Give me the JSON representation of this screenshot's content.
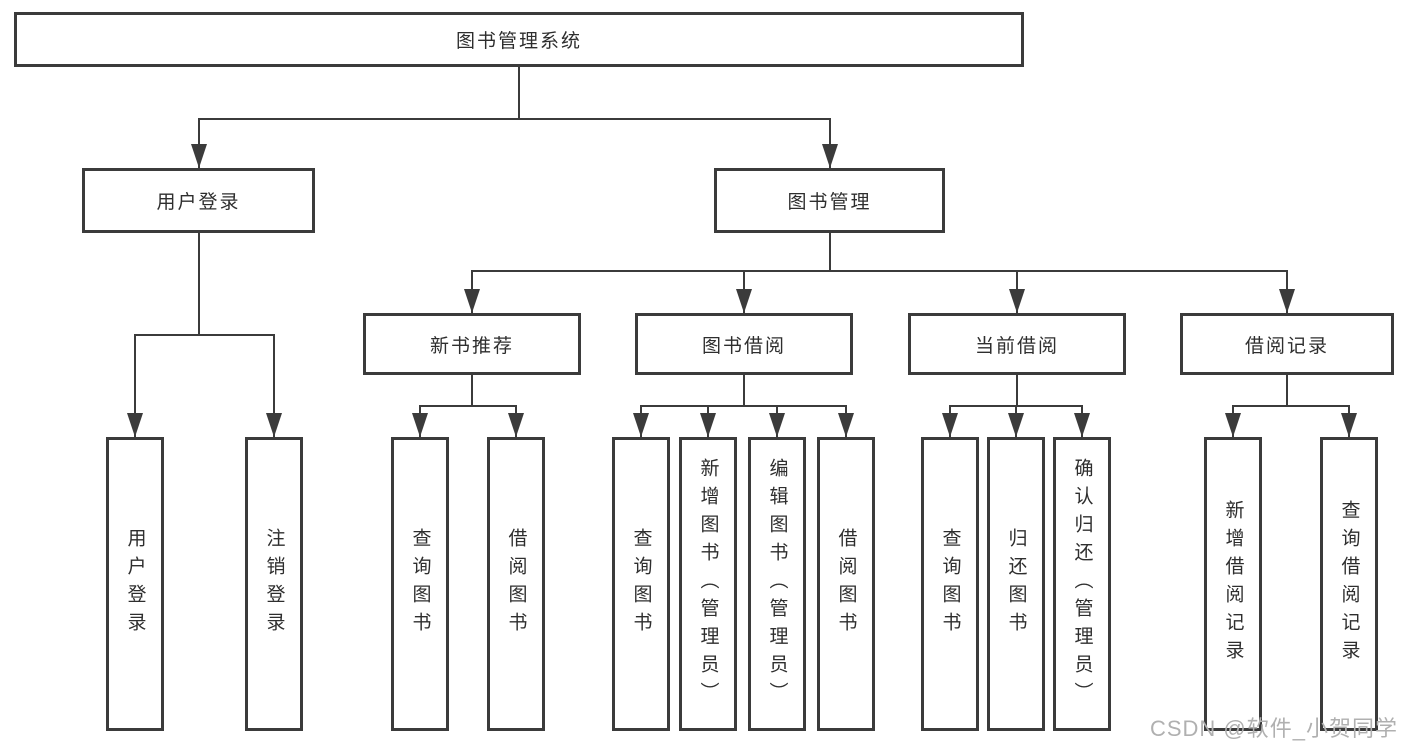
{
  "diagram": {
    "root": {
      "label": "图书管理系统"
    },
    "branches": [
      {
        "label": "用户登录",
        "children": [
          {
            "label": "用户登录"
          },
          {
            "label": "注销登录"
          }
        ]
      },
      {
        "label": "图书管理",
        "children": [
          {
            "label": "新书推荐",
            "children": [
              {
                "label": "查询图书"
              },
              {
                "label": "借阅图书"
              }
            ]
          },
          {
            "label": "图书借阅",
            "children": [
              {
                "label": "查询图书"
              },
              {
                "label": "新增图书（管理员）"
              },
              {
                "label": "编辑图书（管理员）"
              },
              {
                "label": "借阅图书"
              }
            ]
          },
          {
            "label": "当前借阅",
            "children": [
              {
                "label": "查询图书"
              },
              {
                "label": "归还图书"
              },
              {
                "label": "确认归还（管理员）"
              }
            ]
          },
          {
            "label": "借阅记录",
            "children": [
              {
                "label": "新增借阅记录"
              },
              {
                "label": "查询借阅记录"
              }
            ]
          }
        ]
      }
    ]
  },
  "watermark": {
    "text": "CSDN @软件_小贺同学"
  },
  "colors": {
    "line": "#3b3b3b",
    "box-border": "#3b3b3b",
    "box-fill": "#ffffff",
    "text": "#2e2e2e",
    "watermark": "#b0b0b0",
    "background": "#ffffff"
  }
}
